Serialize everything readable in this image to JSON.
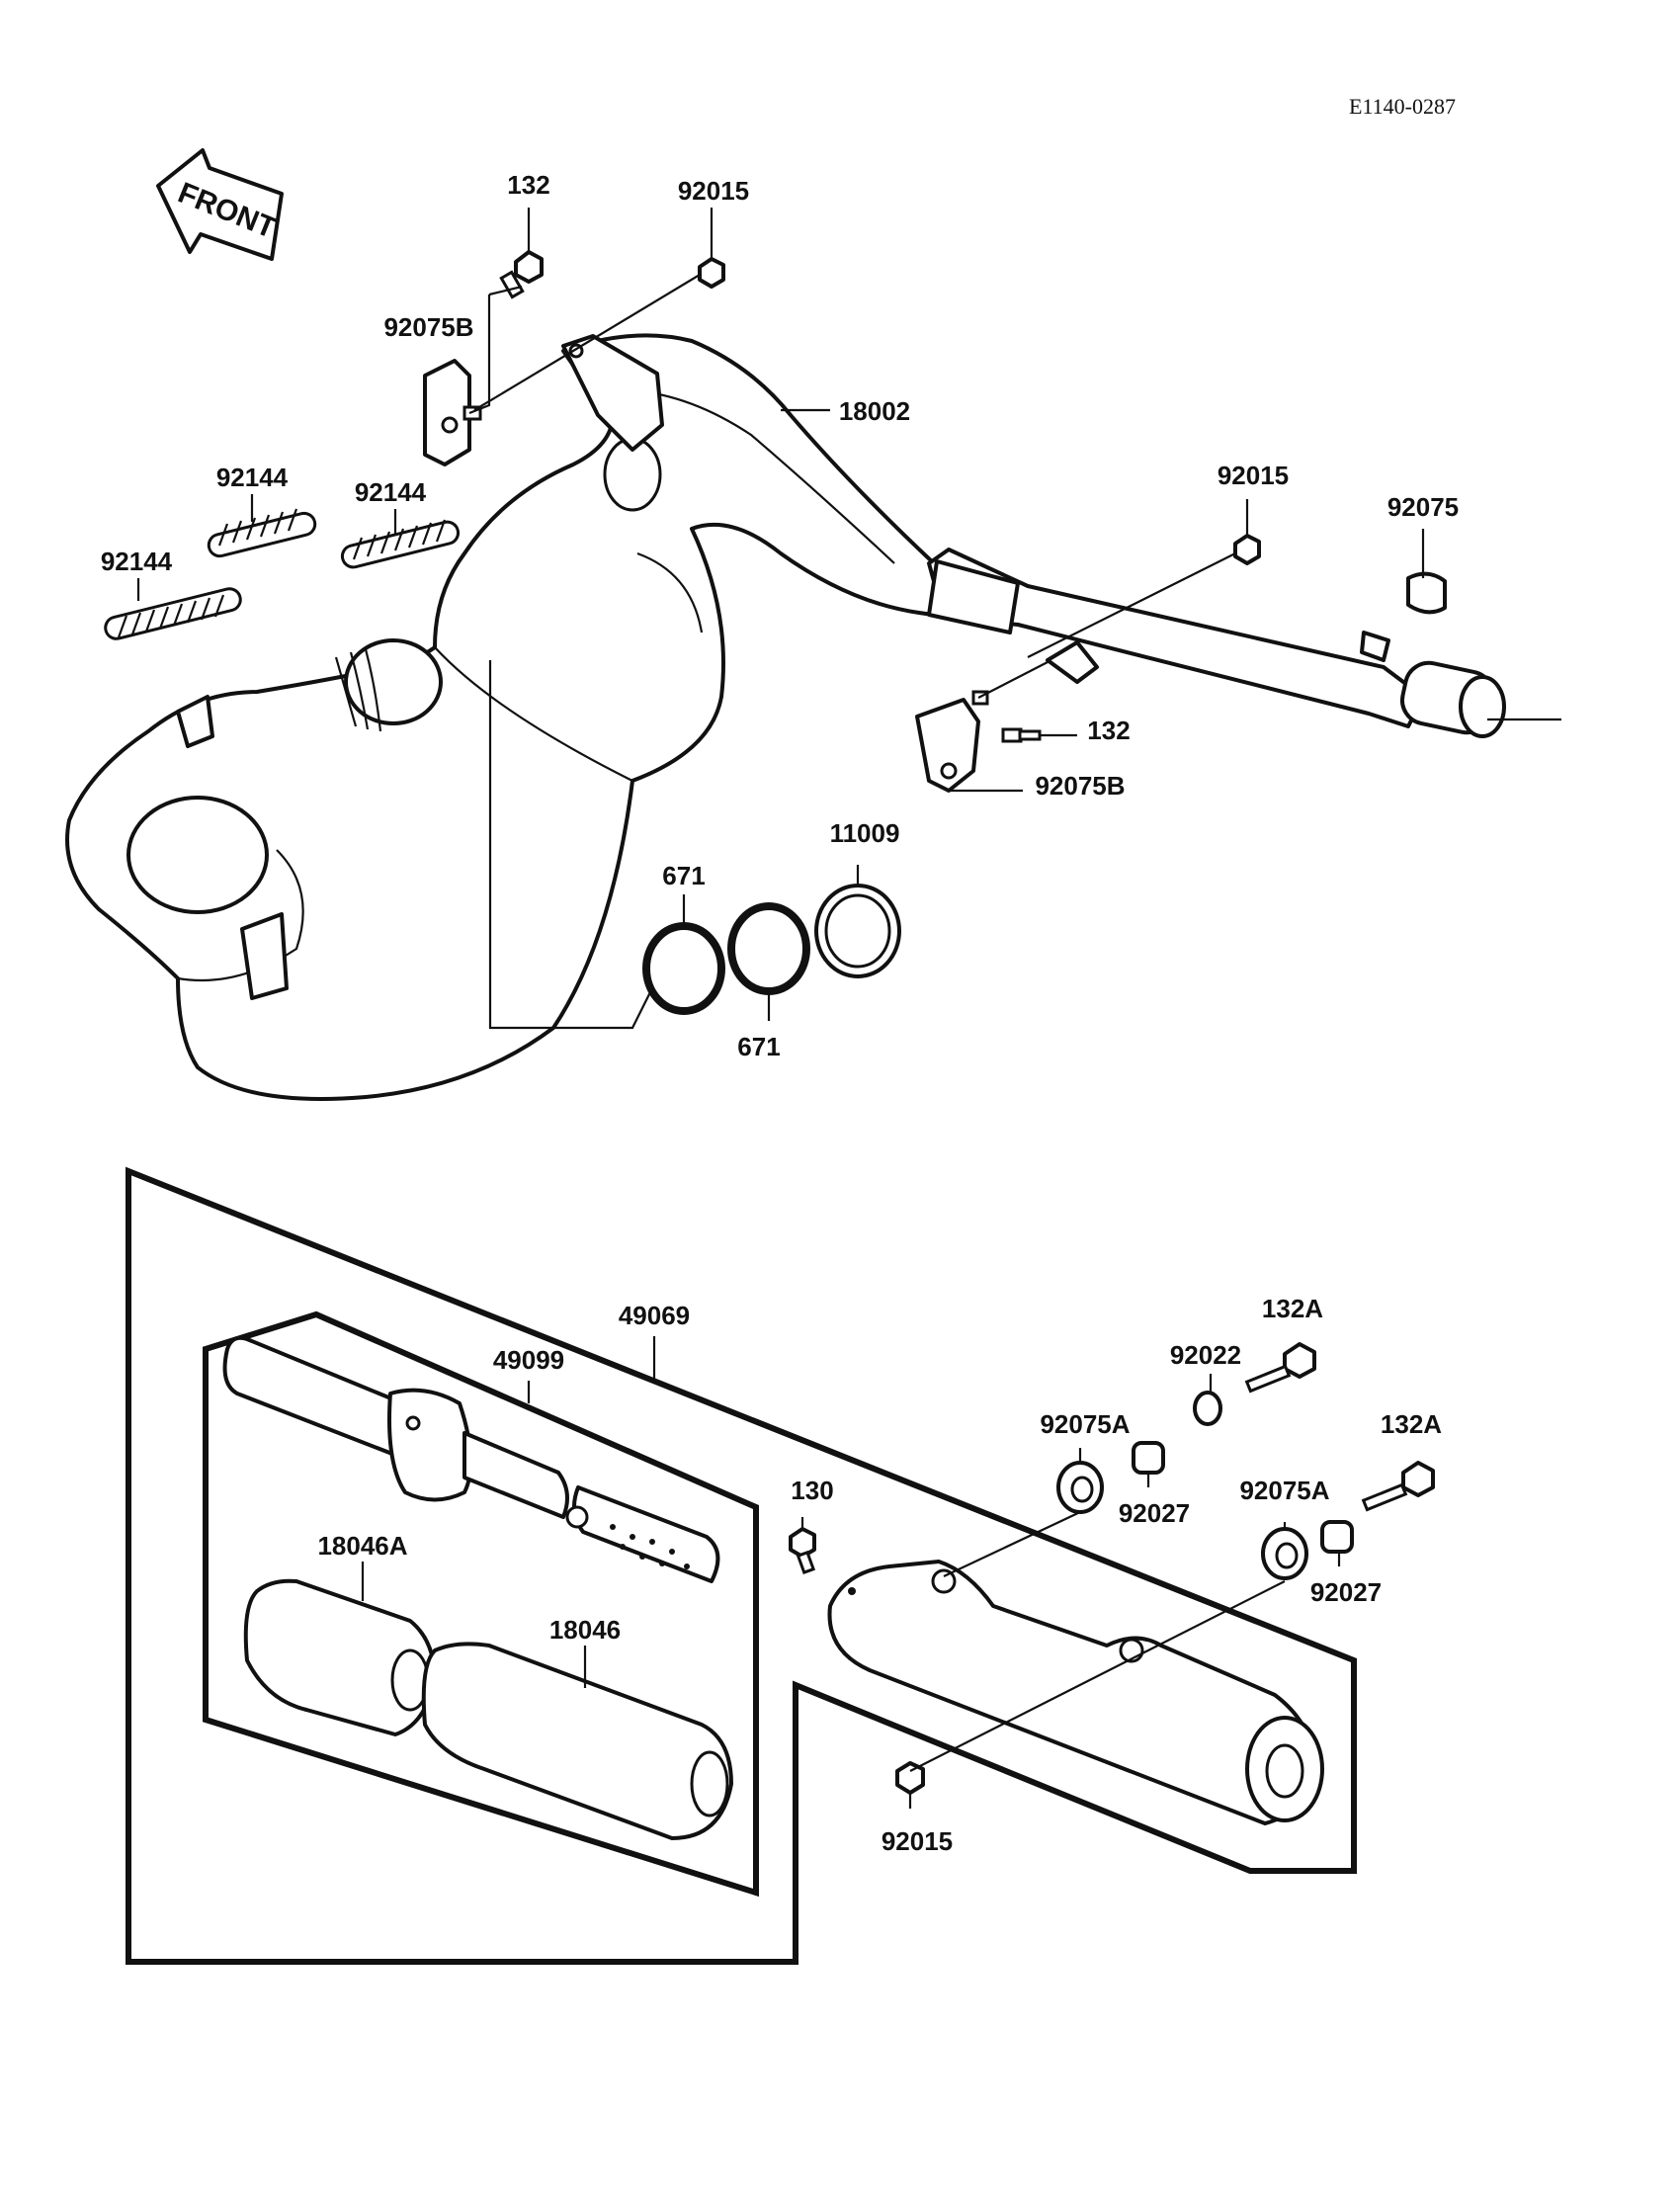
{
  "document_code": "E1140-0287",
  "direction_arrow": {
    "text": "FRONT",
    "icon": "front-arrow-icon"
  },
  "labels": {
    "bolt_top": "132",
    "nut_top": "92015",
    "bracket_top": "92075B",
    "expansion_chamber": "18002",
    "nut_right": "92015",
    "damper_right": "92075",
    "bolt_right": "132",
    "bracket_right": "92075B",
    "spring_a": "92144",
    "spring_b": "92144",
    "spring_c": "92144",
    "oring_upper": "671",
    "oring_lower": "671",
    "gasket": "11009",
    "silencer_assy": "49069",
    "inner_pipe": "49099",
    "packing_a": "18046A",
    "packing": "18046",
    "bolt_130": "130",
    "nut_bottom": "92015",
    "washer": "92022",
    "bolt_132a_upper": "132A",
    "bolt_132a_lower": "132A",
    "damper_a_left": "92075A",
    "damper_a_right": "92075A",
    "collar_left": "92027",
    "collar_right": "92027"
  }
}
